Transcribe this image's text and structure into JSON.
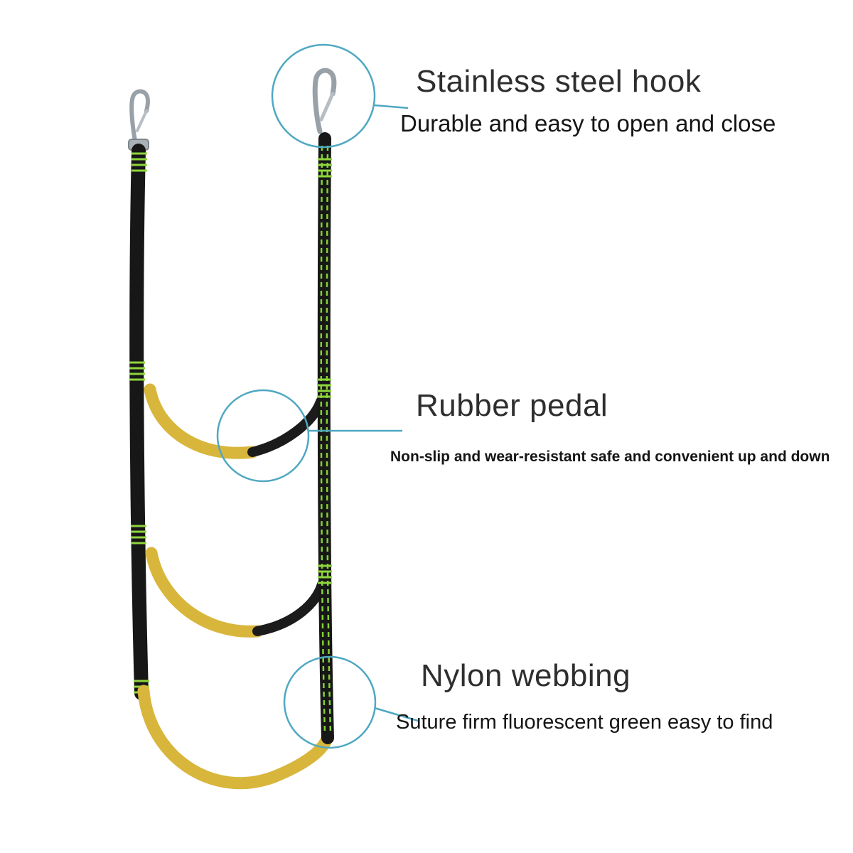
{
  "callouts": [
    {
      "title": "Stainless steel hook",
      "desc": "Durable and easy to open and close"
    },
    {
      "title": "Rubber pedal",
      "desc": "Non-slip and wear-resistant safe and convenient up and down"
    },
    {
      "title": "Nylon webbing",
      "desc": "Suture firm fluorescent green easy to find"
    }
  ],
  "colors": {
    "callout_accent": "#4fa8c2",
    "strap_black": "#171717",
    "webbing_yellow": "#d8b63c",
    "stitch_green": "#8ed63c",
    "hook_steel": "#99a1a8",
    "text_dark": "#2e2e2e"
  },
  "icons": {
    "left_hook": "carabiner-hook-icon",
    "right_hook": "carabiner-hook-icon"
  }
}
